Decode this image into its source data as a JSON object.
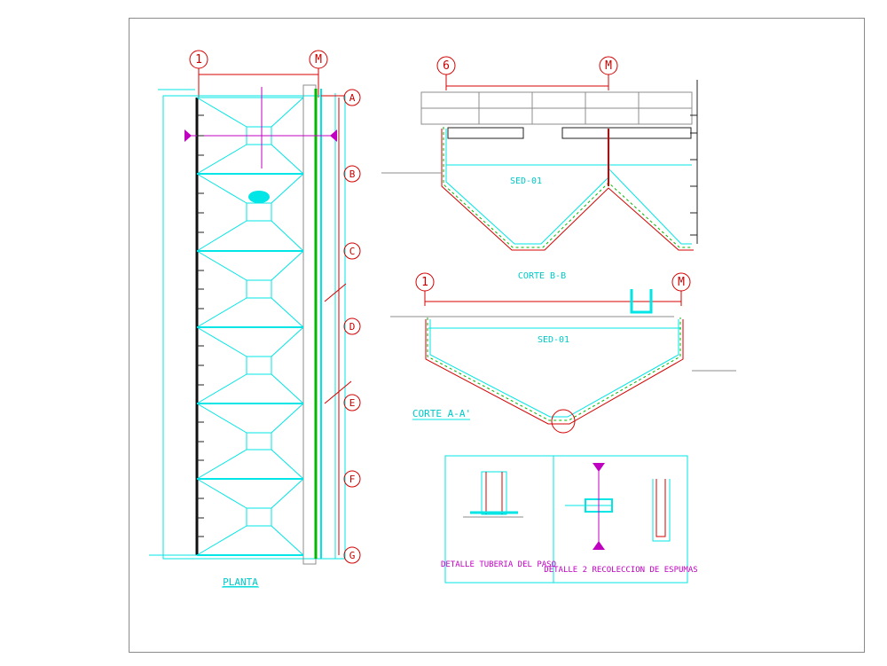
{
  "drawing": {
    "plan_title": "PLANTA",
    "section_bb_title": "CORTE B-B",
    "section_aa_title": "CORTE A-A'",
    "tank_label_bb": "SED-01",
    "tank_label_aa": "SED-01",
    "detail_left_title": "DETALLE TUBERIA DEL PASO",
    "detail_right_title": "DETALLE 2 RECOLECCION DE ESPUMAS"
  },
  "axes": {
    "plan_top": [
      "1",
      "M"
    ],
    "section_bb_top": [
      "6",
      "M"
    ],
    "section_aa_top": [
      "1",
      "M"
    ],
    "plan_right": [
      "A",
      "B",
      "C",
      "D",
      "E",
      "F",
      "G"
    ]
  },
  "colors": {
    "cyan": "#00e5e5",
    "gray": "#8c8c8c",
    "red": "#d40000",
    "green": "#00b800",
    "magenta": "#c000c0",
    "black": "#202020"
  }
}
